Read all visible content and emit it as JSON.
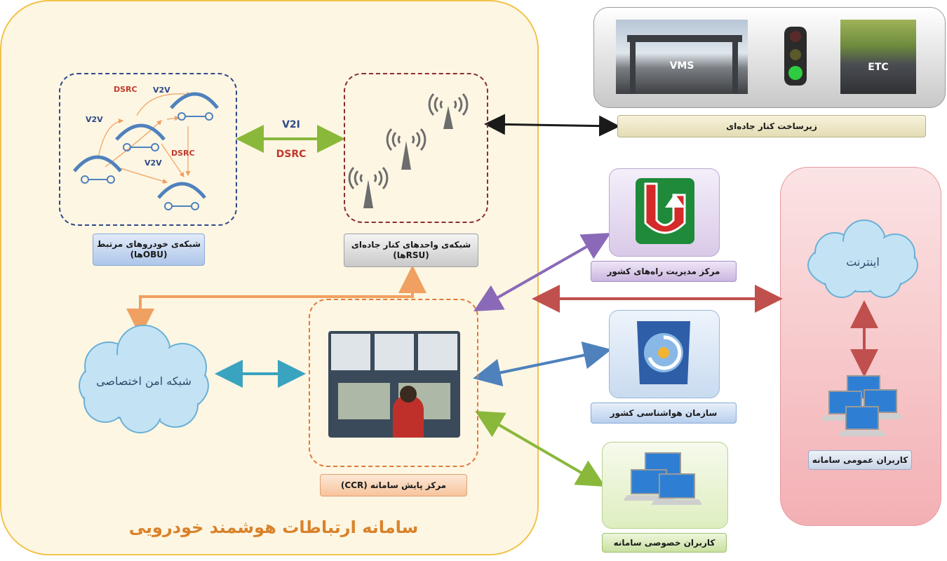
{
  "main_system_title": "سامانه ارتباطات هوشمند خودرویی",
  "vehicle_network": {
    "label_line1": "شبکه‌ی خودروهای مرتبط",
    "label_line2": "(OBUها)",
    "links": {
      "dsrc_1": "DSRC",
      "v2v_1": "V2V",
      "v2v_2": "V2V",
      "dsrc_2": "DSRC",
      "v2v_3": "V2V"
    }
  },
  "v2i_link": {
    "top": "V2I",
    "bottom": "DSRC"
  },
  "rsu_network": {
    "label_line1": "شبکه‌ی واحدهای کنار جاده‌ای",
    "label_line2": "(RSUها)"
  },
  "roadside_infra": {
    "label": "زیرساخت کنار جاده‌ای",
    "photo_vms": "VMS",
    "photo_etc": "ETC"
  },
  "private_network": {
    "label": "شبکه امن اختصاصی"
  },
  "control_center": {
    "label": "مرکز پایش سامانه (CCR)"
  },
  "road_management": {
    "label": "مرکز مدیریت راه‌های کشور"
  },
  "meteorology": {
    "label": "سازمان هواشناسی کشور"
  },
  "private_users": {
    "label": "کاربران خصوصی سامانه"
  },
  "internet": {
    "label": "اینترنت"
  },
  "public_users": {
    "label": "کاربران عمومی سامانه"
  },
  "colors": {
    "main_region_fill": "#fdf6e3",
    "main_region_border": "#f2c34a",
    "public_region_fill": "#f7c9cc",
    "vehicle_dash": "#2e4a8a",
    "rsu_dash": "#8b2d2d",
    "ccr_dash": "#e07b39",
    "title_text": "#d9822b",
    "dsrc_text": "#c0392b",
    "v2v_text": "#2e4a8a"
  }
}
